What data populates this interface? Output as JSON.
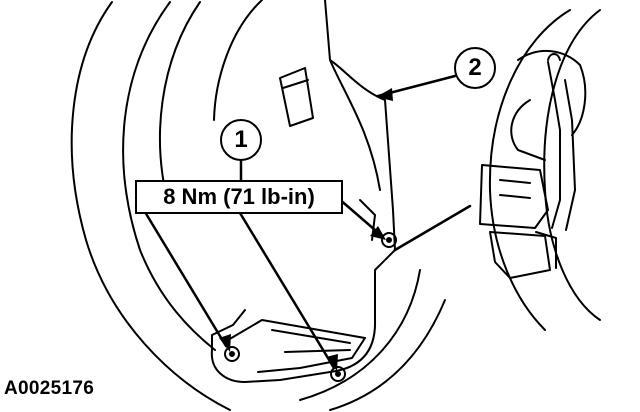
{
  "callouts": {
    "item1": "1",
    "item2": "2"
  },
  "torque_spec": "8 Nm (71 lb-in)",
  "figure_id": "A0025176",
  "colors": {
    "line": "#000000",
    "background": "#ffffff"
  }
}
